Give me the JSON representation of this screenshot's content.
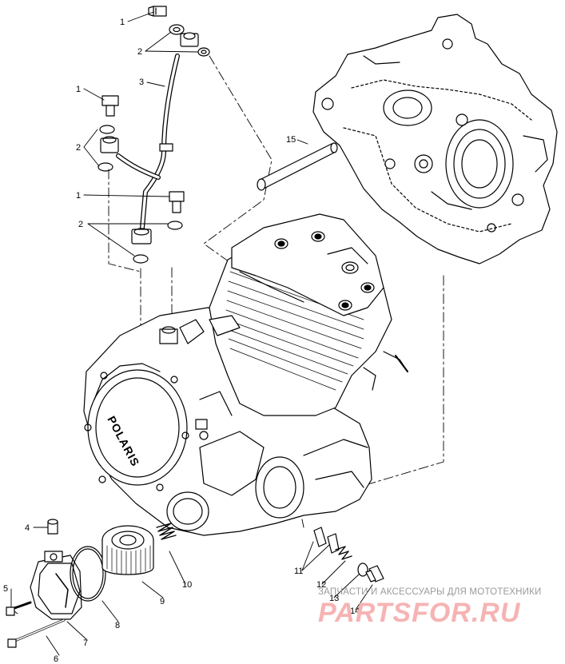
{
  "diagram": {
    "callouts": {
      "c1a": "1",
      "c2a": "2",
      "c3": "3",
      "c1b": "1",
      "c2b": "2",
      "c1c": "1",
      "c2c": "2",
      "c15": "15",
      "c4": "4",
      "c5": "5",
      "c6": "6",
      "c7": "7",
      "c8": "8",
      "c9": "9",
      "c10": "10",
      "c11": "11",
      "c12": "12",
      "c13": "13",
      "c14": "14"
    },
    "cover_brand": "POLARIS"
  },
  "watermark": {
    "line1": "ЗАПЧАСТИ И АКСЕССУАРЫ ДЛЯ МОТОТЕХНИКИ",
    "logo": "PARTSFOR.RU"
  }
}
